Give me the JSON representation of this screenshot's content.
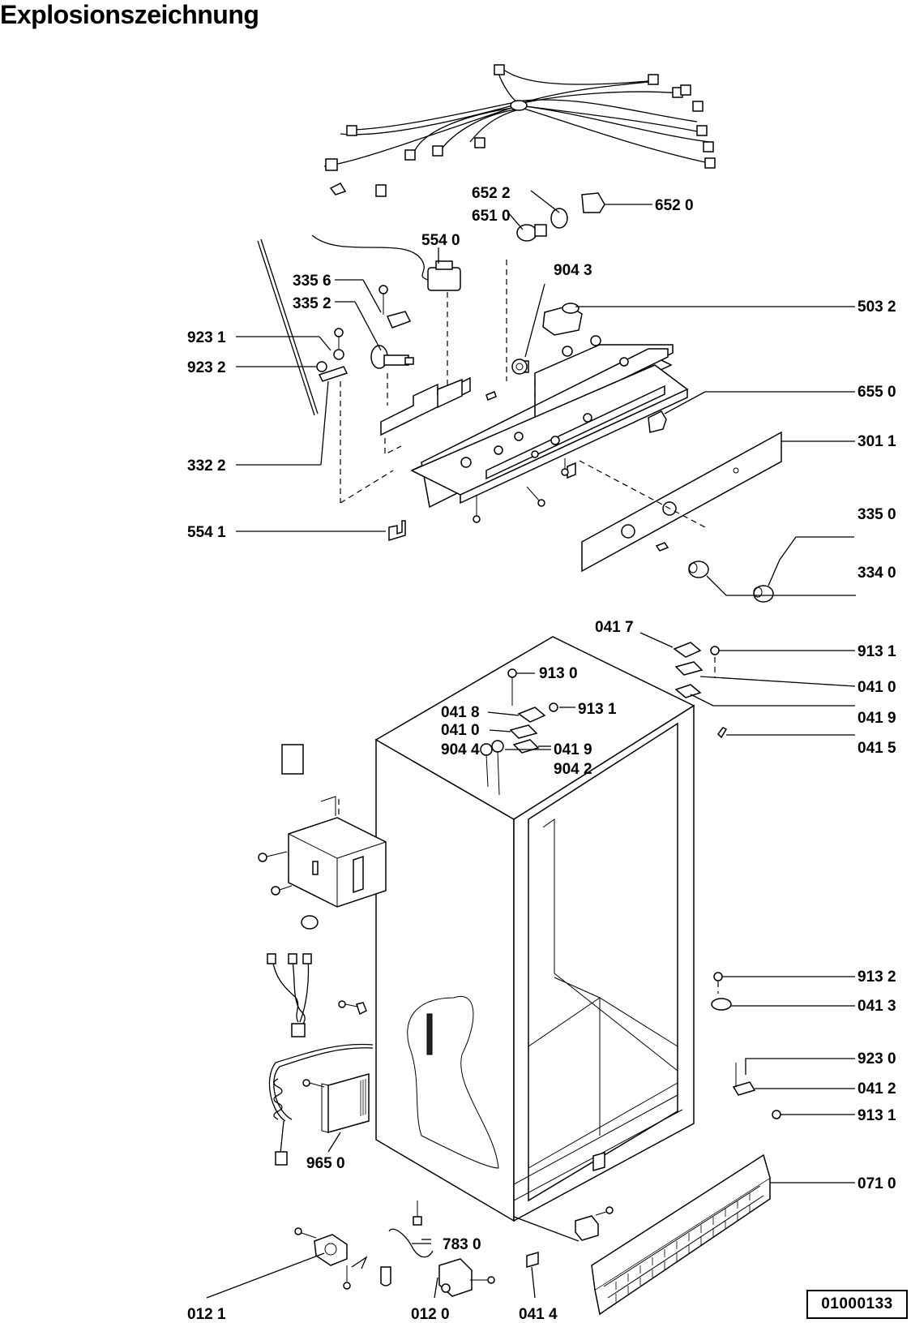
{
  "title": "Explosionszeichnung",
  "document_number": "01000133",
  "callouts": [
    "652 2",
    "651 0",
    "652 0",
    "554 0",
    "904 3",
    "335 6",
    "335 2",
    "503 2",
    "923 1",
    "923 2",
    "655 0",
    "301 1",
    "332 2",
    "335 0",
    "554 1",
    "334 0",
    "041 7",
    "913 1",
    "913 0",
    "041 0",
    "041 8",
    "913 1",
    "041 9",
    "041 0",
    "904 4",
    "041 9",
    "904 2",
    "041 5",
    "913 2",
    "041 3",
    "923 0",
    "041 2",
    "913 1",
    "965 0",
    "071 0",
    "783 0",
    "012 1",
    "012 0",
    "041 4"
  ]
}
